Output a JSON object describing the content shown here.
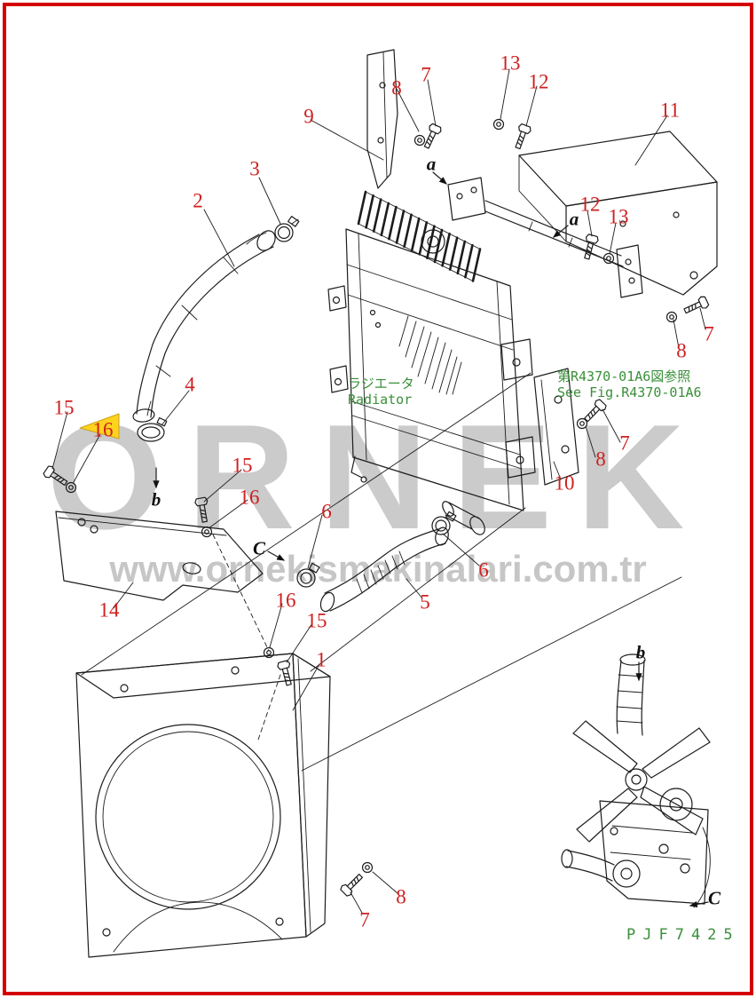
{
  "page": {
    "border_color": "#d40000",
    "background_color": "#ffffff",
    "line_color": "#1c1c1c"
  },
  "watermark": {
    "line1": "ORNEK",
    "line2": "www.ornekismakinalari.com.tr",
    "color": "#cbcbcb"
  },
  "labels": {
    "radiator_jp": "ラジエータ",
    "radiator_en": "Radiator",
    "ref_jp": "第R4370-01A6図参照",
    "ref_en": "See Fig.R4370-01A6",
    "drawing_code": "PJF7425",
    "text_color": "#3a8f3a"
  },
  "colors": {
    "callout": "#cf1f1f",
    "highlight_arrow": "#ffd21e"
  },
  "callouts": [
    {
      "label": "9"
    },
    {
      "label": "8"
    },
    {
      "label": "7"
    },
    {
      "label": "13"
    },
    {
      "label": "12"
    },
    {
      "label": "11"
    },
    {
      "label": "2"
    },
    {
      "label": "3"
    },
    {
      "label": "12"
    },
    {
      "label": "13"
    },
    {
      "label": "7"
    },
    {
      "label": "8"
    },
    {
      "label": "4"
    },
    {
      "label": "15"
    },
    {
      "label": "16"
    },
    {
      "label": "15"
    },
    {
      "label": "16"
    },
    {
      "label": "6"
    },
    {
      "label": "10"
    },
    {
      "label": "7"
    },
    {
      "label": "8"
    },
    {
      "label": "6"
    },
    {
      "label": "5"
    },
    {
      "label": "14"
    },
    {
      "label": "16"
    },
    {
      "label": "15"
    },
    {
      "label": "1"
    },
    {
      "label": "7"
    },
    {
      "label": "8"
    }
  ],
  "letters": [
    {
      "label": "a"
    },
    {
      "label": "a"
    },
    {
      "label": "b"
    },
    {
      "label": "b"
    },
    {
      "label": "C"
    },
    {
      "label": "C"
    }
  ]
}
